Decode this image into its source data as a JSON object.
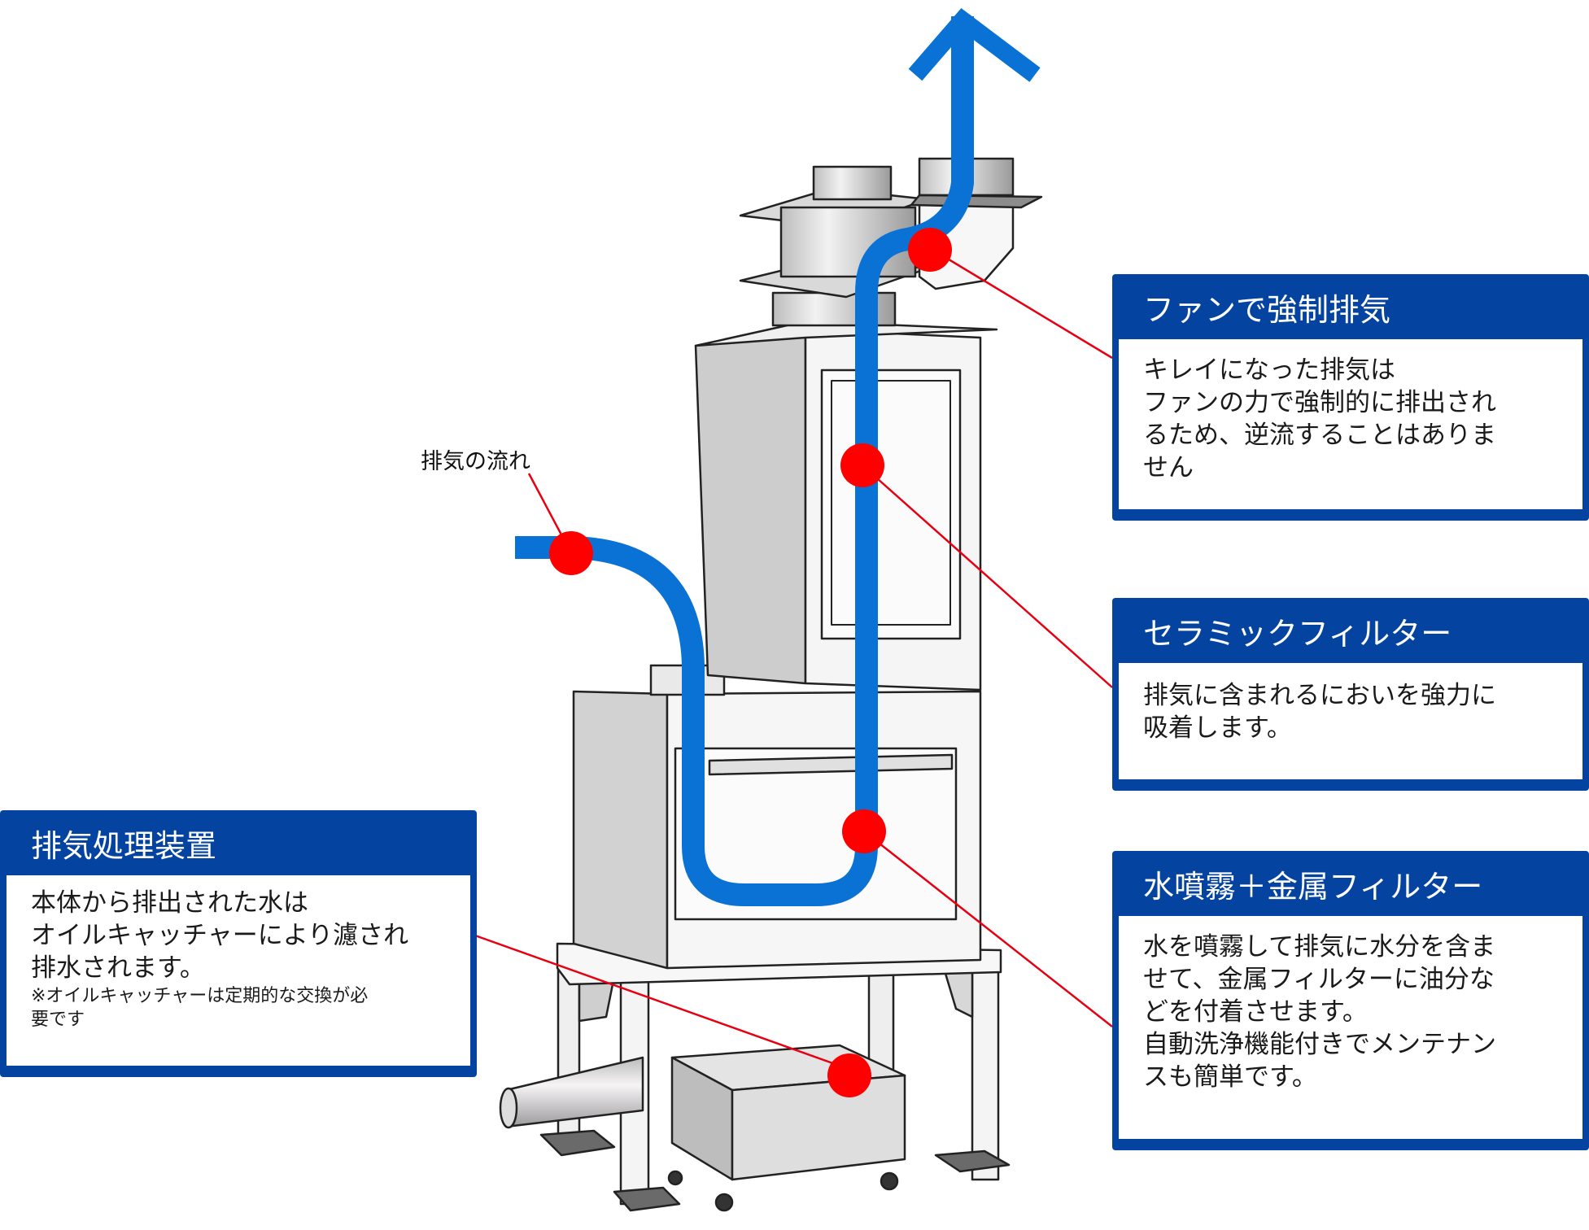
{
  "diagram": {
    "flow_label": "排気の流れ",
    "colors": {
      "callout_header": "#0444a0",
      "duct_arrow": "#0a72d4",
      "marker": "#ff0000",
      "leader_line": "#e60012"
    },
    "callouts": {
      "fan": {
        "title": "ファンで強制排気",
        "lines": [
          "キレイになった排気は",
          "ファンの力で強制的に排出され",
          "るため、逆流することはありま",
          "せん"
        ]
      },
      "ceramic": {
        "title": "セラミックフィルター",
        "lines": [
          "排気に含まれるにおいを強力に",
          "吸着します。"
        ]
      },
      "water": {
        "title": "水噴霧＋金属フィルター",
        "lines": [
          "水を噴霧して排気に水分を含ま",
          "せて、金属フィルターに油分な",
          "どを付着させます。",
          "自動洗浄機能付きでメンテナン",
          "スも簡単です。"
        ]
      },
      "drain": {
        "title": "排気処理装置",
        "lines": [
          "本体から排出された水は",
          "オイルキャッチャーにより濾され",
          "排水されます。"
        ],
        "note_lines": [
          "※オイルキャッチャーは定期的な交換が必",
          "要です"
        ]
      }
    }
  }
}
